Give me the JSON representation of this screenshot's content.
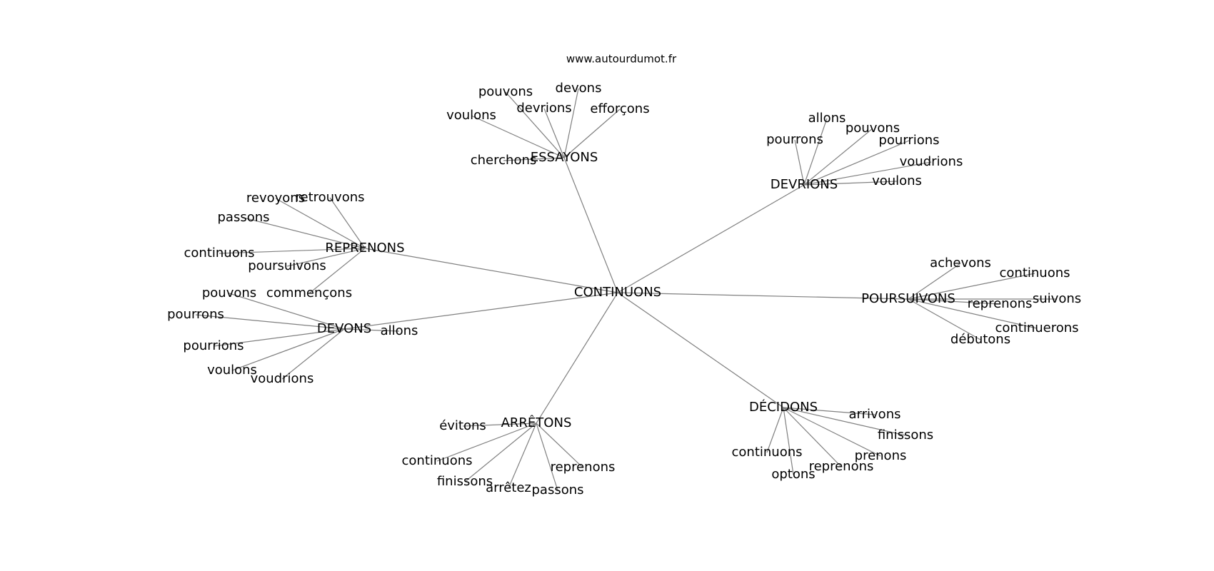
{
  "credit": "www.autourdumot.fr",
  "graph": {
    "center": "CONTINUONS",
    "groups": [
      {
        "hub": "ESSAYONS",
        "words": [
          "pouvons",
          "devons",
          "voulons",
          "devrions",
          "efforçons",
          "cherchons"
        ]
      },
      {
        "hub": "DEVRIONS",
        "words": [
          "allons",
          "pourrons",
          "pouvons",
          "pourrions",
          "voudrions",
          "voulons"
        ]
      },
      {
        "hub": "REPRENONS",
        "words": [
          "revoyons",
          "retrouvons",
          "passons",
          "continuons",
          "poursuivons",
          "commençons"
        ]
      },
      {
        "hub": "DEVONS",
        "words": [
          "pouvons",
          "pourrons",
          "pourrions",
          "voulons",
          "voudrions",
          "allons"
        ]
      },
      {
        "hub": "POURSUIVONS",
        "words": [
          "achevons",
          "continuons",
          "reprenons",
          "suivons",
          "continuerons",
          "débutons"
        ]
      },
      {
        "hub": "ARRÊTONS",
        "words": [
          "évitons",
          "continuons",
          "finissons",
          "arrêtez",
          "passons",
          "reprenons"
        ]
      },
      {
        "hub": "DÉCIDONS",
        "words": [
          "arrivons",
          "finissons",
          "prenons",
          "reprenons",
          "optons",
          "continuons"
        ]
      }
    ]
  }
}
